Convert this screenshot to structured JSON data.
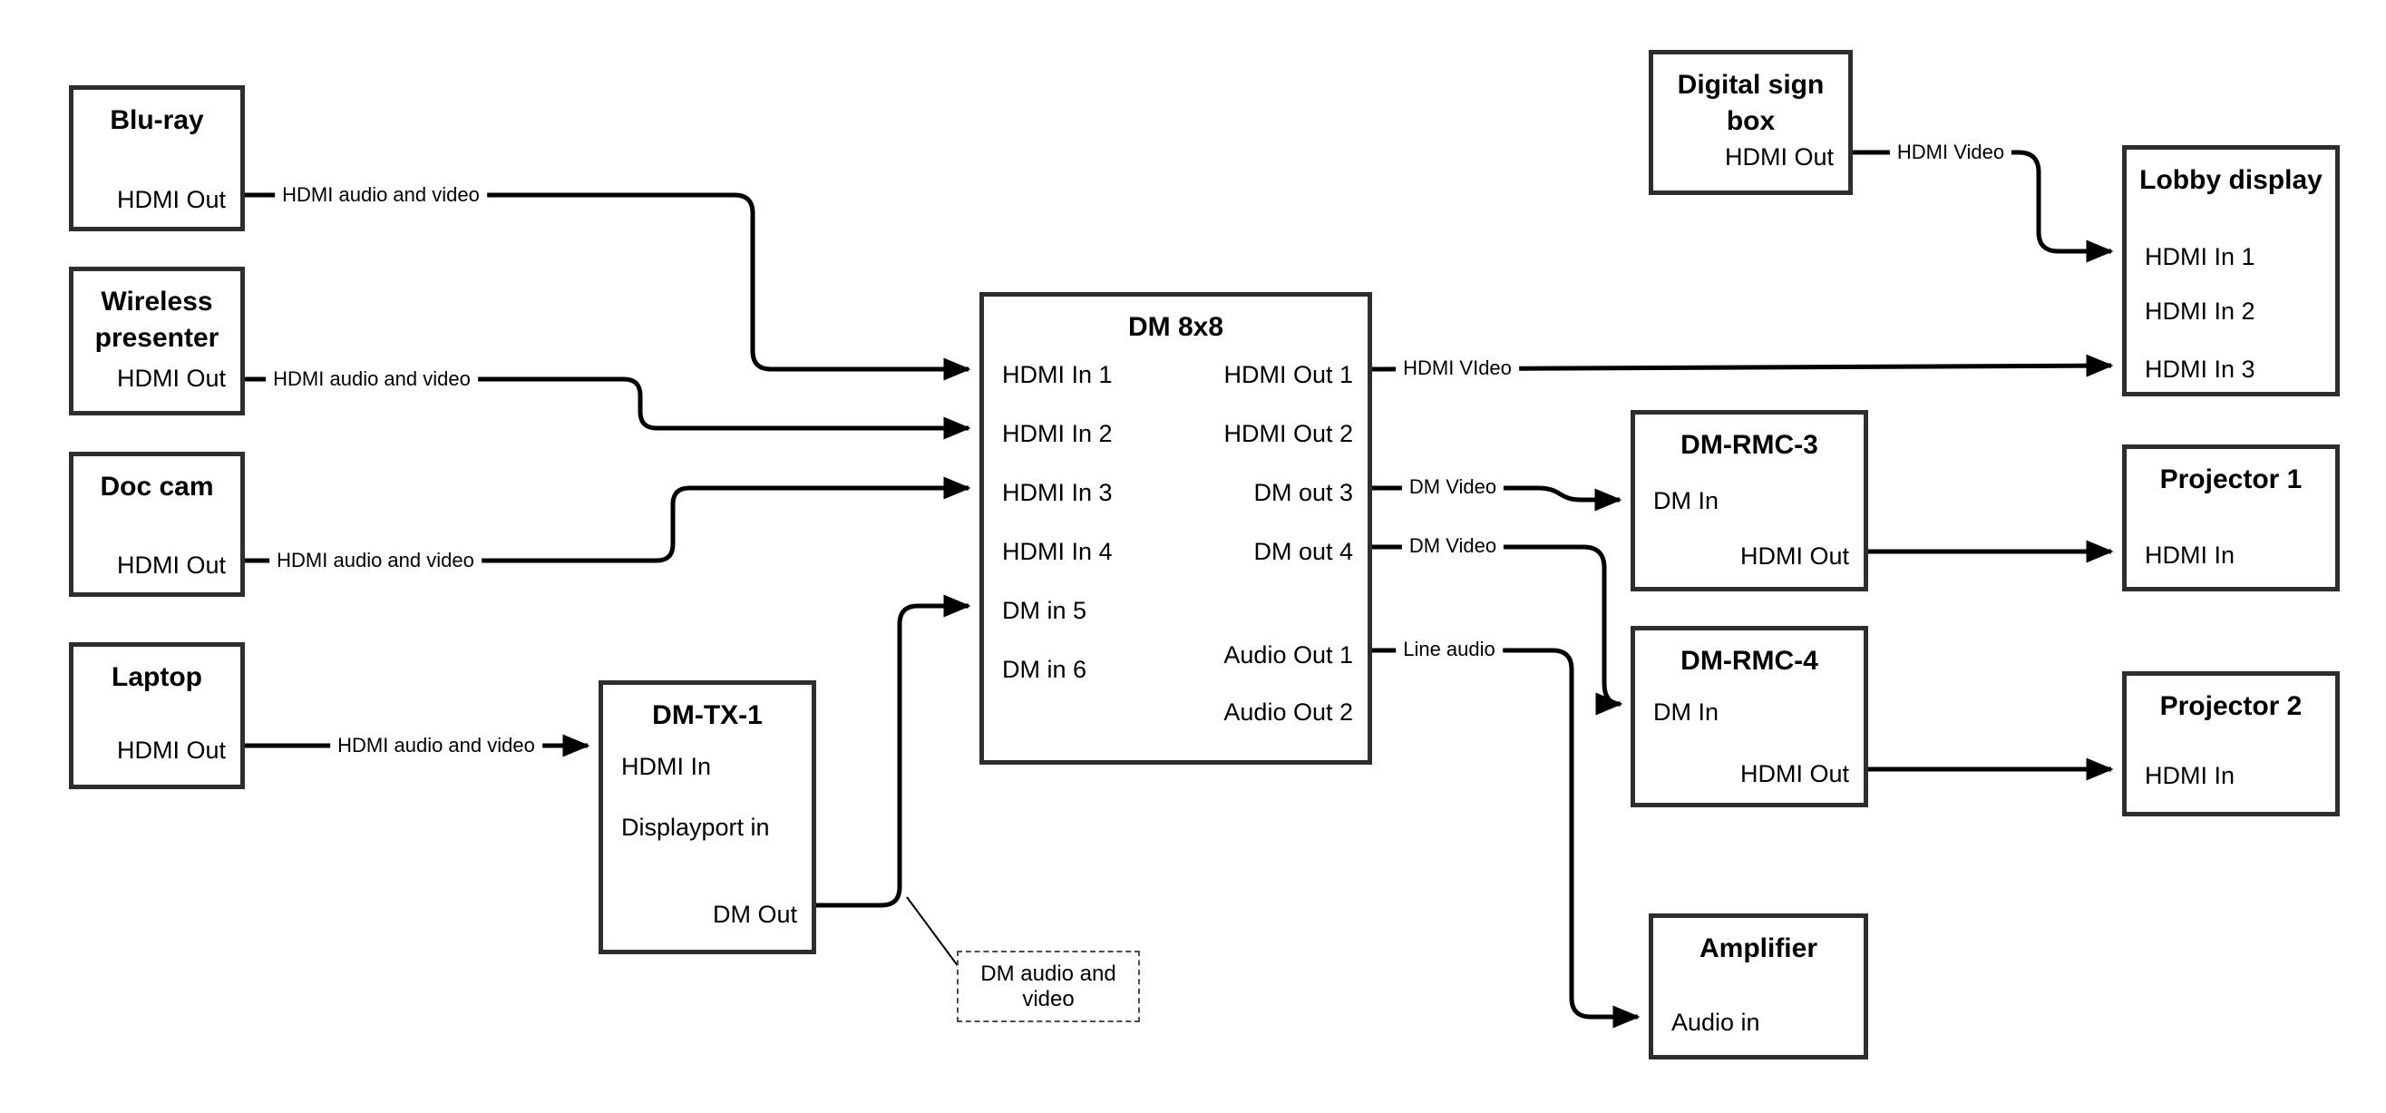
{
  "colors": {
    "wire": "#000000",
    "box_border": "#2e2e2e",
    "background": "#ffffff",
    "text": "#000000"
  },
  "boxes": {
    "bluray": {
      "title": "Blu-ray",
      "ports": {
        "hdmi_out": "HDMI Out"
      }
    },
    "wireless": {
      "title": "Wireless presenter",
      "ports": {
        "hdmi_out": "HDMI Out"
      }
    },
    "doc_cam": {
      "title": "Doc cam",
      "ports": {
        "hdmi_out": "HDMI Out"
      }
    },
    "laptop": {
      "title": "Laptop",
      "ports": {
        "hdmi_out": "HDMI Out"
      }
    },
    "dm_tx_1": {
      "title": "DM-TX-1",
      "ports": {
        "hdmi_in": "HDMI In",
        "displayport_in": "Displayport in",
        "dm_out": "DM Out"
      }
    },
    "dm_8x8": {
      "title": "DM 8x8",
      "ports": {
        "hdmi_in_1": "HDMI In 1",
        "hdmi_in_2": "HDMI In 2",
        "hdmi_in_3": "HDMI In 3",
        "hdmi_in_4": "HDMI In 4",
        "dm_in_5": "DM in 5",
        "dm_in_6": "DM in 6",
        "hdmi_out_1": "HDMI Out 1",
        "hdmi_out_2": "HDMI Out 2",
        "dm_out_3": "DM out 3",
        "dm_out_4": "DM out 4",
        "audio_out_1": "Audio Out 1",
        "audio_out_2": "Audio Out 2"
      }
    },
    "digital_sign_box": {
      "title": "Digital sign box",
      "ports": {
        "hdmi_out": "HDMI Out"
      }
    },
    "lobby_display": {
      "title": "Lobby display",
      "ports": {
        "hdmi_in_1": "HDMI In 1",
        "hdmi_in_2": "HDMI In 2",
        "hdmi_in_3": "HDMI In 3"
      }
    },
    "dm_rmc_3": {
      "title": "DM-RMC-3",
      "ports": {
        "dm_in": "DM In",
        "hdmi_out": "HDMI Out"
      }
    },
    "projector_1": {
      "title": "Projector 1",
      "ports": {
        "hdmi_in": "HDMI In"
      }
    },
    "dm_rmc_4": {
      "title": "DM-RMC-4",
      "ports": {
        "dm_in": "DM In",
        "hdmi_out": "HDMI Out"
      }
    },
    "projector_2": {
      "title": "Projector 2",
      "ports": {
        "hdmi_in": "HDMI In"
      }
    },
    "amplifier": {
      "title": "Amplifier",
      "ports": {
        "audio_in": "Audio in"
      }
    }
  },
  "wire_labels": {
    "bluray_to_dm8x8": "HDMI audio and video",
    "wireless_to_dm8x8": "HDMI audio and video",
    "doccam_to_dm8x8": "HDMI audio and video",
    "laptop_to_dmtx1": "HDMI audio and video",
    "hdmiout1_to_lobby": "HDMI VIdeo",
    "dmout3_to_rmc3": "DM Video",
    "dmout4_to_rmc4": "DM Video",
    "audioout1_to_amp": "Line audio",
    "signbox_to_lobby": "HDMI Video"
  },
  "note": {
    "text": "DM audio and video"
  },
  "connections": [
    {
      "from": "Blu-ray HDMI Out",
      "to": "DM 8x8 HDMI In 1",
      "label": "HDMI audio and video"
    },
    {
      "from": "Wireless presenter HDMI Out",
      "to": "DM 8x8 HDMI In 2",
      "label": "HDMI audio and video"
    },
    {
      "from": "Doc cam HDMI Out",
      "to": "DM 8x8 HDMI In 3",
      "label": "HDMI audio and video"
    },
    {
      "from": "Laptop HDMI Out",
      "to": "DM-TX-1 HDMI In",
      "label": "HDMI audio and video"
    },
    {
      "from": "DM-TX-1 DM Out",
      "to": "DM 8x8 DM in 5",
      "label": "DM audio and video"
    },
    {
      "from": "DM 8x8 HDMI Out 1",
      "to": "Lobby display HDMI In 3",
      "label": "HDMI VIdeo"
    },
    {
      "from": "DM 8x8 DM out 3",
      "to": "DM-RMC-3 DM In",
      "label": "DM Video"
    },
    {
      "from": "DM 8x8 DM out 4",
      "to": "DM-RMC-4 DM In",
      "label": "DM Video"
    },
    {
      "from": "DM 8x8 Audio Out 1",
      "to": "Amplifier Audio in",
      "label": "Line audio"
    },
    {
      "from": "Digital sign box HDMI Out",
      "to": "Lobby display HDMI In 1",
      "label": "HDMI Video"
    },
    {
      "from": "DM-RMC-3 HDMI Out",
      "to": "Projector 1 HDMI In",
      "label": ""
    },
    {
      "from": "DM-RMC-4 HDMI Out",
      "to": "Projector 2 HDMI In",
      "label": ""
    }
  ]
}
